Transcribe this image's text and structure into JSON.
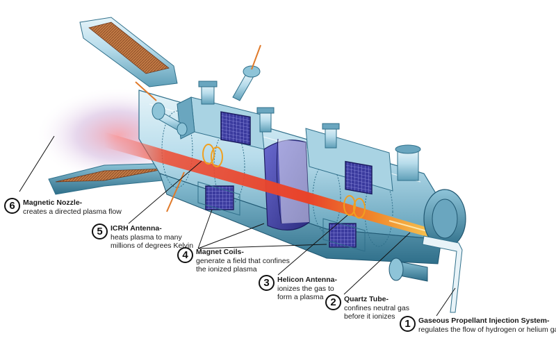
{
  "callouts": [
    {
      "number": "6",
      "title": "Magnetic Nozzle-",
      "lines": [
        "creates a directed plasma flow"
      ]
    },
    {
      "number": "5",
      "title": "ICRH Antenna-",
      "lines": [
        "heats plasma to many",
        "millions of degrees Kelvin"
      ]
    },
    {
      "number": "4",
      "title": "Magnet Coils-",
      "lines": [
        "generate a field that confines",
        "the ionized plasma"
      ]
    },
    {
      "number": "3",
      "title": "Helicon Antenna-",
      "lines": [
        "ionizes the gas to",
        "form a plasma"
      ]
    },
    {
      "number": "2",
      "title": "Quartz Tube-",
      "lines": [
        "confines neutral gas",
        "before it ionizes"
      ]
    },
    {
      "number": "1",
      "title": "Gaseous Propellant Injection System-",
      "lines": [
        "regulates the flow of hydrogen or helium gas."
      ]
    }
  ],
  "colors": {
    "chamber_light": "#cfe9f3",
    "chamber_mid": "#8ec4d8",
    "chamber_dark": "#3d7f9a",
    "coil": "#4a4aa8",
    "plasma": "#e8432a",
    "gas": "#f5c23c",
    "copper": "#c0703c",
    "leader": "#111111"
  },
  "icons": {
    "coil_grid": "coil-winding-icon",
    "flange": "port-flange-icon",
    "antenna": "antenna-rod-icon"
  }
}
